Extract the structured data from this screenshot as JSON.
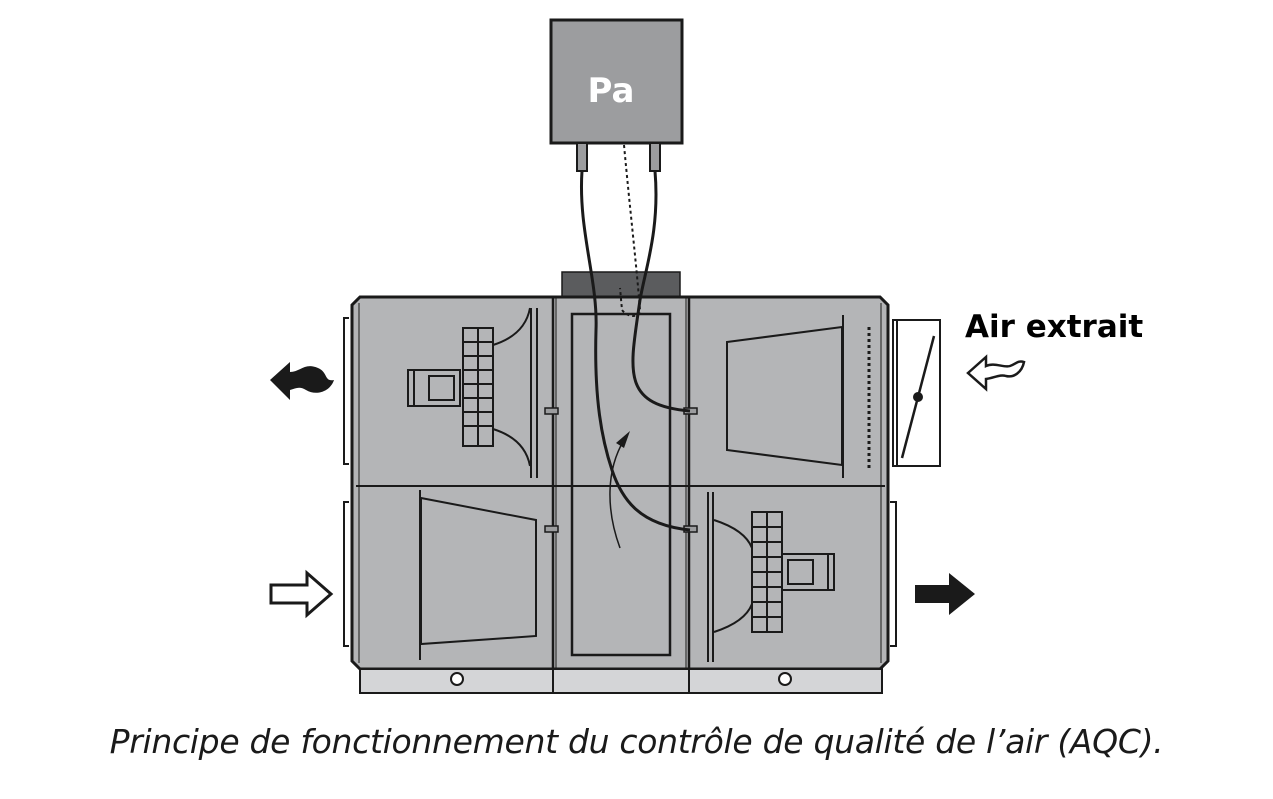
{
  "diagram": {
    "gauge_label": "Pa",
    "exhaust_air_label": "Air extrait",
    "caption": "Principe de fonctionnement du contrôle de qualité de l’air (AQC)."
  },
  "colors": {
    "unit_body": "#b4b5b7",
    "gauge_box": "#9c9d9f",
    "top_duct": "#5b5c5e",
    "outline": "#1a1a1a"
  }
}
